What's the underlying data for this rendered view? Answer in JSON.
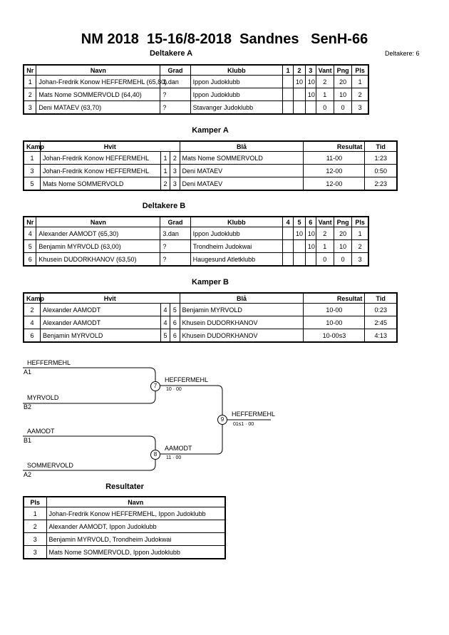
{
  "title": "NM 2018  15-16/8-2018  Sandnes   SenH-66",
  "participant_count": "Deltakere: 6",
  "pool_a": {
    "title": "Deltakere A",
    "headers": [
      "Nr",
      "Navn",
      "Grad",
      "Klubb",
      "1",
      "2",
      "3",
      "Vant",
      "Png",
      "Pls"
    ],
    "rows": [
      {
        "nr": "1",
        "navn": "Johan-Fredrik Konow HEFFERMEHL  (65,80)",
        "grad": "1.dan",
        "klubb": "Ippon Judoklubb",
        "s1": "",
        "s2": "10",
        "s3": "10",
        "vant": "2",
        "png": "20",
        "pls": "1"
      },
      {
        "nr": "2",
        "navn": "Mats Nome SOMMERVOLD  (64,40)",
        "grad": "?",
        "klubb": "Ippon Judoklubb",
        "s1": "",
        "s2": "",
        "s3": "10",
        "vant": "1",
        "png": "10",
        "pls": "2"
      },
      {
        "nr": "3",
        "navn": "Deni MATAEV  (63,70)",
        "grad": "?",
        "klubb": "Stavanger Judoklubb",
        "s1": "",
        "s2": "",
        "s3": "",
        "vant": "0",
        "png": "0",
        "pls": "3"
      }
    ]
  },
  "matches_a": {
    "title": "Kamper A",
    "headers": [
      "Kamp",
      "Hvit",
      "Blå",
      "Resultat",
      "Tid"
    ],
    "rows": [
      {
        "kamp": "1",
        "hvit": "Johan-Fredrik Konow HEFFERMEHL",
        "hn": "1",
        "bn": "2",
        "bla": "Mats Nome SOMMERVOLD",
        "res": "11-00",
        "tid": "1:23"
      },
      {
        "kamp": "3",
        "hvit": "Johan-Fredrik Konow HEFFERMEHL",
        "hn": "1",
        "bn": "3",
        "bla": "Deni MATAEV",
        "res": "12-00",
        "tid": "0:50"
      },
      {
        "kamp": "5",
        "hvit": "Mats Nome SOMMERVOLD",
        "hn": "2",
        "bn": "3",
        "bla": "Deni MATAEV",
        "res": "12-00",
        "tid": "2:23"
      }
    ]
  },
  "pool_b": {
    "title": "Deltakere B",
    "headers": [
      "Nr",
      "Navn",
      "Grad",
      "Klubb",
      "4",
      "5",
      "6",
      "Vant",
      "Png",
      "Pls"
    ],
    "rows": [
      {
        "nr": "4",
        "navn": "Alexander AAMODT  (65,30)",
        "grad": "3.dan",
        "klubb": "Ippon Judoklubb",
        "s1": "",
        "s2": "10",
        "s3": "10",
        "vant": "2",
        "png": "20",
        "pls": "1"
      },
      {
        "nr": "5",
        "navn": "Benjamin MYRVOLD  (63,00)",
        "grad": "?",
        "klubb": "Trondheim Judokwai",
        "s1": "",
        "s2": "",
        "s3": "10",
        "vant": "1",
        "png": "10",
        "pls": "2"
      },
      {
        "nr": "6",
        "navn": "Khusein DUDORKHANOV  (63,50)",
        "grad": "?",
        "klubb": "Haugesund Atletklubb",
        "s1": "",
        "s2": "",
        "s3": "",
        "vant": "0",
        "png": "0",
        "pls": "3"
      }
    ]
  },
  "matches_b": {
    "title": "Kamper B",
    "headers": [
      "Kamp",
      "Hvit",
      "Blå",
      "Resultat",
      "Tid"
    ],
    "rows": [
      {
        "kamp": "2",
        "hvit": "Alexander AAMODT",
        "hn": "4",
        "bn": "5",
        "bla": "Benjamin MYRVOLD",
        "res": "10-00",
        "tid": "0:23"
      },
      {
        "kamp": "4",
        "hvit": "Alexander AAMODT",
        "hn": "4",
        "bn": "6",
        "bla": "Khusein DUDORKHANOV",
        "res": "10-00",
        "tid": "2:45"
      },
      {
        "kamp": "6",
        "hvit": "Benjamin MYRVOLD",
        "hn": "5",
        "bn": "6",
        "bla": "Khusein DUDORKHANOV",
        "res": "10-00s3",
        "tid": "4:13"
      }
    ]
  },
  "bracket": {
    "sf1_top_name": "HEFFERMEHL",
    "sf1_top_seed": "A1",
    "sf1_bot_name": "MYRVOLD",
    "sf1_bot_seed": "B2",
    "sf2_top_name": "AAMODT",
    "sf2_top_seed": "B1",
    "sf2_bot_name": "SOMMERVOLD",
    "sf2_bot_seed": "A2",
    "m7": "7",
    "m7_winner": "HEFFERMEHL",
    "m7_score": "10 · 00",
    "m8": "8",
    "m8_winner": "AAMODT",
    "m8_score": "11 · 00",
    "m9": "9",
    "m9_winner": "HEFFERMEHL",
    "m9_score": "01s1 · 00"
  },
  "results": {
    "title": "Resultater",
    "headers": [
      "Pls",
      "Navn"
    ],
    "rows": [
      {
        "pls": "1",
        "navn": "Johan-Fredrik Konow HEFFERMEHL, Ippon Judoklubb"
      },
      {
        "pls": "2",
        "navn": "Alexander AAMODT, Ippon Judoklubb"
      },
      {
        "pls": "3",
        "navn": "Benjamin MYRVOLD, Trondheim Judokwai"
      },
      {
        "pls": "3",
        "navn": "Mats Nome SOMMERVOLD, Ippon Judoklubb"
      }
    ]
  }
}
